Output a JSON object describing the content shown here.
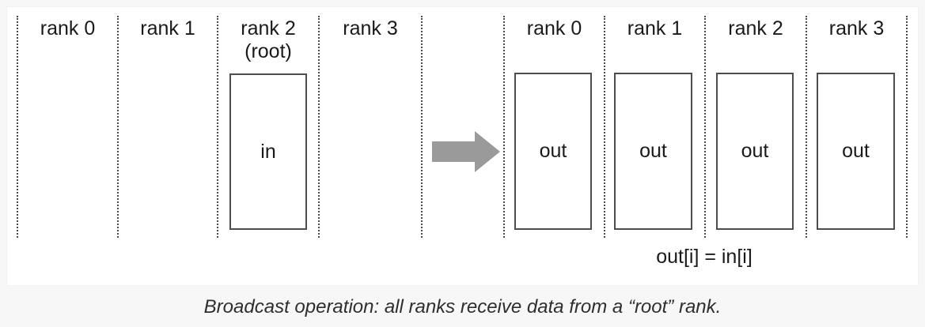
{
  "figure": {
    "caption": "Broadcast operation: all ranks receive data from a “root” rank.",
    "formula": "out[i] = in[i]",
    "background_color": "#f7f7f7",
    "panel_color": "#ffffff",
    "divider_color": "#4a4a4a",
    "box_border_color": "#4d4d4d",
    "arrow_color": "#9a9a9a"
  },
  "source_group": {
    "ranks": [
      {
        "label": "rank 0",
        "buffer": null
      },
      {
        "label": "rank 1",
        "buffer": null
      },
      {
        "label": "rank 2\n(root)",
        "buffer": "in"
      },
      {
        "label": "rank 3",
        "buffer": null
      }
    ]
  },
  "arrow": {
    "icon": "right-block-arrow-icon",
    "direction": "right"
  },
  "dest_group": {
    "ranks": [
      {
        "label": "rank 0",
        "buffer": "out"
      },
      {
        "label": "rank 1",
        "buffer": "out"
      },
      {
        "label": "rank 2",
        "buffer": "out"
      },
      {
        "label": "rank 3",
        "buffer": "out"
      }
    ]
  }
}
